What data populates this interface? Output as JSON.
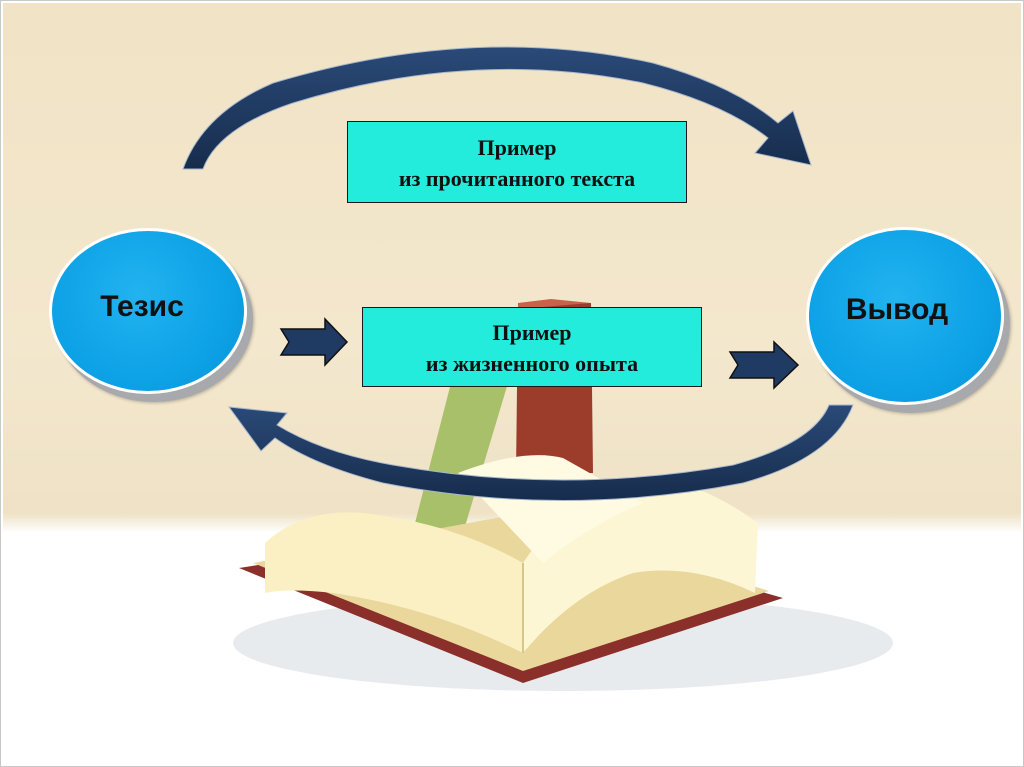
{
  "diagram": {
    "thesis": "Тезис",
    "conclusion": "Вывод",
    "example_text": {
      "line1": "Пример",
      "line2": "из прочитанного текста"
    },
    "example_life": {
      "line1": "Пример",
      "line2": "из жизненного опыта"
    }
  },
  "colors": {
    "circle_fill": "#0da2e6",
    "box_fill": "#23ecdc",
    "arrow_fill": "#1f3b63",
    "background": "#f1e3c5"
  },
  "icons": {
    "backdrop": "open-book-illustration",
    "arrows": [
      "curved-arrow-top",
      "curved-arrow-bottom",
      "block-arrow-right-left",
      "block-arrow-right-right"
    ]
  }
}
